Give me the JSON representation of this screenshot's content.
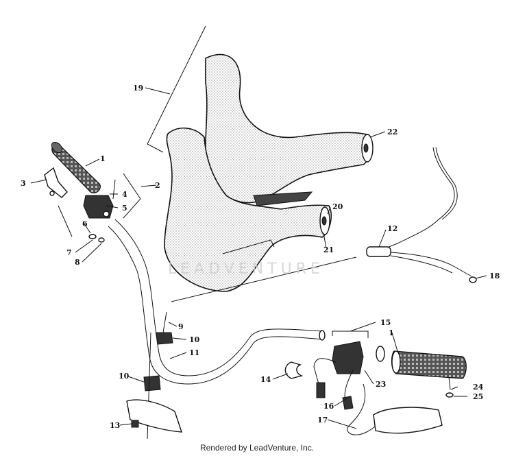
{
  "callouts": {
    "c1a": "1",
    "c1b": "1",
    "c2": "2",
    "c3": "3",
    "c4": "4",
    "c5": "5",
    "c6": "6",
    "c7": "7",
    "c8": "8",
    "c9": "9",
    "c10a": "10",
    "c10b": "10",
    "c11": "11",
    "c12": "12",
    "c13": "13",
    "c14": "14",
    "c15": "15",
    "c16": "16",
    "c17": "17",
    "c18": "18",
    "c19": "19",
    "c20": "20",
    "c21": "21",
    "c22": "22",
    "c23": "23",
    "c24": "24",
    "c25": "25"
  },
  "watermark": "LEADVENTURE",
  "footer": "Rendered by LeadVenture, Inc."
}
